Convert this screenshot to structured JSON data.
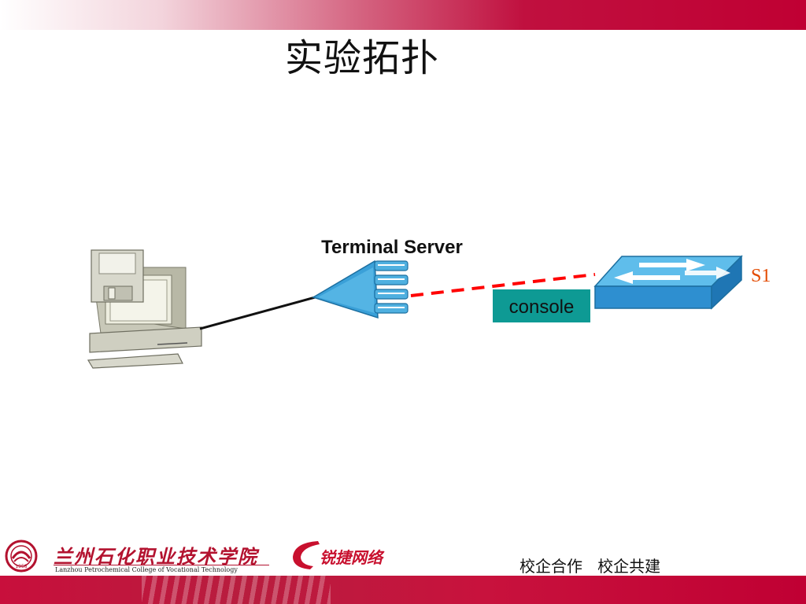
{
  "slide": {
    "title": "实验拓扑"
  },
  "topology": {
    "terminal_server_label": "Terminal Server",
    "console_label": "console",
    "switch_label": "S1"
  },
  "footer": {
    "college_name_cn": "兰州石化职业技术学院",
    "college_name_en": "Lanzhou Petrochemical  College of Vocational Technology",
    "seal_year": "1958",
    "partner_logo_text": "锐捷网络",
    "slogan": "校企合作   校企共建"
  },
  "colors": {
    "accent_red": "#c00033",
    "console_box": "#0e9a94",
    "console_line": "#ff0000",
    "device_blue": "#3aa0d8",
    "pc_body": "#d6d6c8"
  }
}
